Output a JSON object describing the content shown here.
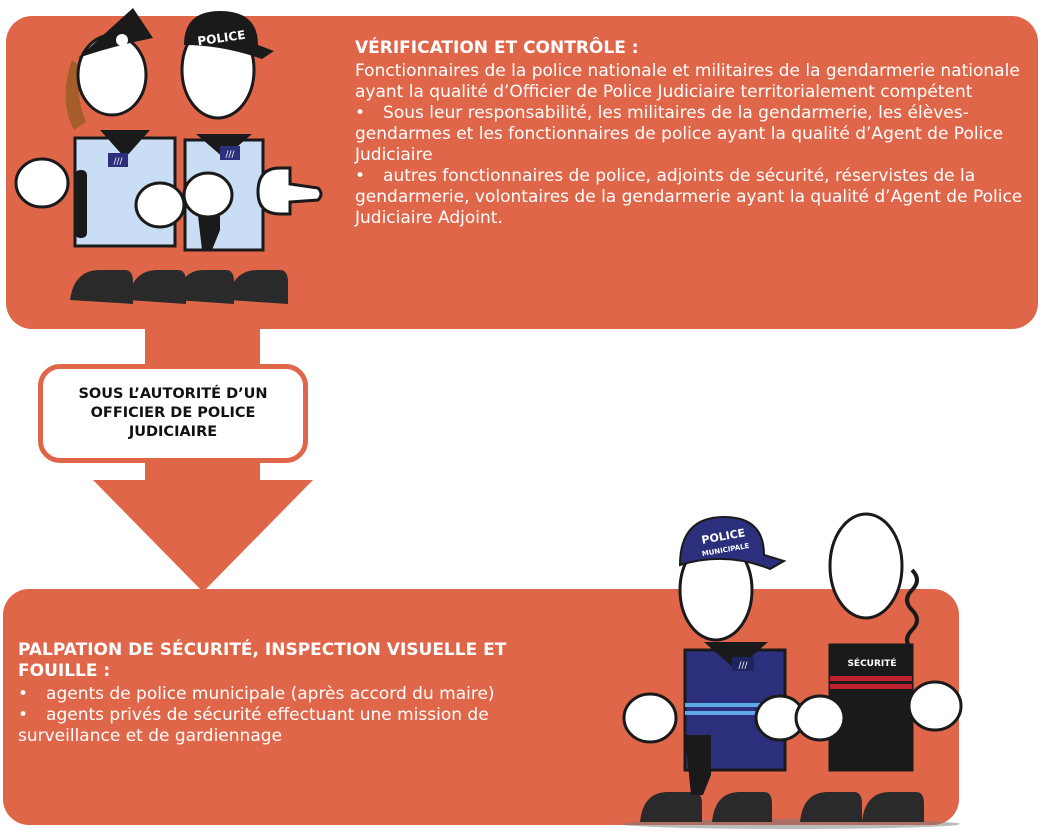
{
  "top": {
    "heading": "VÉRIFICATION ET CONTRÔLE :",
    "intro": "Fonctionnaires de la police nationale et militaires de la gendarmerie nationale ayant la qualité d’Officier de Police Judiciaire territorialement compétent",
    "bullets": [
      "Sous leur responsabilité, les militaires de la gendarmerie, les élèves-gendarmes et les fonctionnaires de police ayant la qualité d’Agent de Police Judiciaire",
      "autres fonctionnaires de police, adjoints de sécurité, réservistes de la gendarmerie, volontaires de la gendarmerie ayant la qualité d’Agent de Police Judiciaire Adjoint."
    ],
    "cap_text": "POLICE",
    "badge_text": "///"
  },
  "authority": {
    "text": "SOUS L’AUTORITÉ D’UN OFFICIER DE POLICE JUDICIAIRE"
  },
  "bottom": {
    "heading": "PALPATION DE SÉCURITÉ, INSPECTION VISUELLE ET FOUILLE :",
    "bullets": [
      "agents de police municipale (après accord du maire)",
      "agents privés de sécurité effectuant une mission de surveillance et de gardiennage"
    ],
    "cap_text_1": "POLICE",
    "cap_text_2": "MUNICIPALE",
    "vest_text": "SÉCURITÉ",
    "badge_text": "///"
  },
  "colors": {
    "panel": "#e0664a",
    "navy": "#2b2f7c",
    "uniform_blue": "#c9def5",
    "black": "#1a1a1a"
  }
}
